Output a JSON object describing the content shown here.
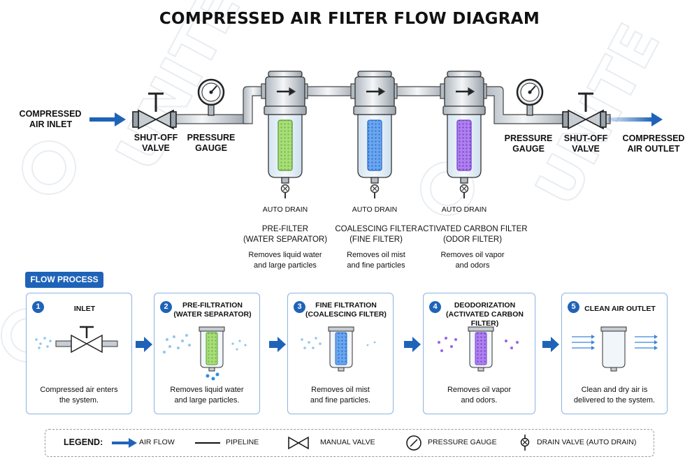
{
  "title": "COMPRESSED AIR FILTER FLOW DIAGRAM",
  "watermark": "UNITE",
  "colors": {
    "accent_blue": "#1f63b8",
    "box_border": "#8cb4e0",
    "pre_filter_green": "#9bd86a",
    "fine_filter_blue": "#4f8fe6",
    "carbon_filter_purple": "#9a63e6"
  },
  "top": {
    "inlet": {
      "line1": "COMPRESSED",
      "line2": "AIR INLET"
    },
    "valve1": {
      "line1": "SHUT-OFF",
      "line2": "VALVE"
    },
    "gauge1": {
      "line1": "PRESSURE",
      "line2": "GAUGE"
    },
    "gauge2": {
      "line1": "PRESSURE",
      "line2": "GAUGE"
    },
    "valve2": {
      "line1": "SHUT-OFF",
      "line2": "VALVE"
    },
    "outlet": {
      "line1": "COMPRESSED",
      "line2": "AIR OUTLET"
    },
    "filters": [
      {
        "drain": "AUTO DRAIN",
        "name1": "PRE-FILTER",
        "name2": "(WATER SEPARATOR)",
        "desc1": "Removes liquid water",
        "desc2": "and large particles"
      },
      {
        "drain": "AUTO DRAIN",
        "name1": "COALESCING FILTER",
        "name2": "(FINE FILTER)",
        "desc1": "Removes oil mist",
        "desc2": "and fine particles"
      },
      {
        "drain": "AUTO DRAIN",
        "name1": "ACTIVATED CARBON FILTER",
        "name2": "(ODOR FILTER)",
        "desc1": "Removes oil vapor",
        "desc2": "and odors"
      }
    ]
  },
  "flow_process": {
    "label": "FLOW PROCESS",
    "steps": [
      {
        "num": "1",
        "title1": "INLET",
        "title2": "",
        "desc1": "Compressed air enters",
        "desc2": "the system."
      },
      {
        "num": "2",
        "title1": "PRE-FILTRATION",
        "title2": "(WATER SEPARATOR)",
        "desc1": "Removes liquid water",
        "desc2": "and large particles."
      },
      {
        "num": "3",
        "title1": "FINE FILTRATION",
        "title2": "(COALESCING FILTER)",
        "desc1": "Removes oil mist",
        "desc2": "and fine particles."
      },
      {
        "num": "4",
        "title1": "DEODORIZATION",
        "title2": "(ACTIVATED CARBON FILTER)",
        "desc1": "Removes oil vapor",
        "desc2": "and odors."
      },
      {
        "num": "5",
        "title1": "CLEAN AIR OUTLET",
        "title2": "",
        "desc1": "Clean and dry air is",
        "desc2": "delivered to the system."
      }
    ]
  },
  "legend": {
    "title": "LEGEND:",
    "items": [
      "AIR FLOW",
      "PIPELINE",
      "MANUAL VALVE",
      "PRESSURE GAUGE",
      "DRAIN VALVE (AUTO DRAIN)"
    ]
  }
}
